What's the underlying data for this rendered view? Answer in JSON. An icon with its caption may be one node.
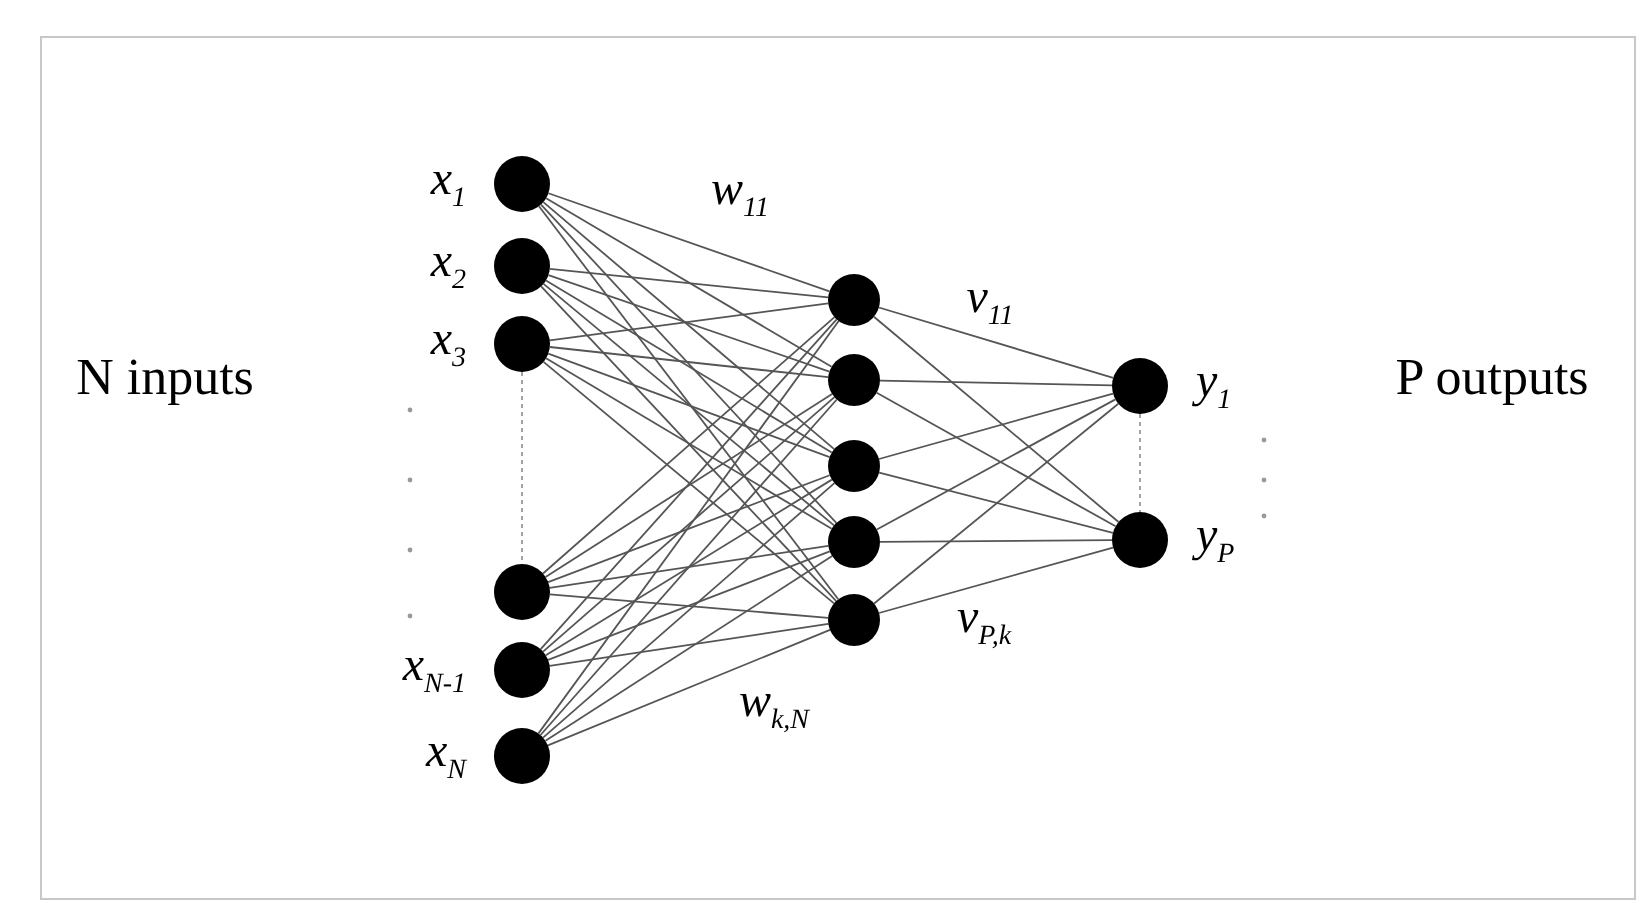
{
  "diagram": {
    "nodes": [
      {
        "text": [],
        "shape": "circle",
        "beside": [
          "x$_{1}$"
        ]
      },
      {
        "text": [],
        "shape": "circle",
        "beside": [
          "x$_{2}$"
        ]
      },
      {
        "text": [],
        "shape": "circle",
        "beside": [
          "x$_{3}$"
        ]
      },
      {
        "text": [],
        "shape": "circle"
      },
      {
        "text": [],
        "shape": "circle",
        "beside": [
          "x$_{N-1}$"
        ]
      },
      {
        "text": [],
        "shape": "circle",
        "beside": [
          "x$_{N}$"
        ]
      },
      {
        "text": [],
        "shape": "circle"
      },
      {
        "text": [],
        "shape": "circle"
      },
      {
        "text": [],
        "shape": "circle"
      },
      {
        "text": [],
        "shape": "circle"
      },
      {
        "text": [],
        "shape": "circle"
      },
      {
        "text": [],
        "shape": "circle",
        "beside": [
          "y$_{1}$"
        ]
      },
      {
        "text": [],
        "shape": "circle",
        "beside": [
          "y$_{P}$"
        ]
      }
    ],
    "edges": [
      {
        "from": 0,
        "to": 6,
        "arrow": "none"
      },
      {
        "from": 0,
        "to": 7,
        "arrow": "none"
      },
      {
        "from": 0,
        "to": 8,
        "arrow": "none"
      },
      {
        "from": 0,
        "to": 9,
        "arrow": "none"
      },
      {
        "from": 0,
        "to": 10,
        "arrow": "none"
      },
      {
        "from": 1,
        "to": 6,
        "arrow": "none"
      },
      {
        "from": 1,
        "to": 7,
        "arrow": "none"
      },
      {
        "from": 1,
        "to": 8,
        "arrow": "none"
      },
      {
        "from": 1,
        "to": 9,
        "arrow": "none"
      },
      {
        "from": 1,
        "to": 10,
        "arrow": "none"
      },
      {
        "from": 2,
        "to": 6,
        "arrow": "none"
      },
      {
        "from": 2,
        "to": 7,
        "arrow": "none"
      },
      {
        "from": 2,
        "to": 8,
        "arrow": "none"
      },
      {
        "from": 2,
        "to": 9,
        "arrow": "none"
      },
      {
        "from": 2,
        "to": 10,
        "arrow": "none"
      },
      {
        "from": 3,
        "to": 6,
        "arrow": "none"
      },
      {
        "from": 3,
        "to": 7,
        "arrow": "none"
      },
      {
        "from": 3,
        "to": 8,
        "arrow": "none"
      },
      {
        "from": 3,
        "to": 9,
        "arrow": "none"
      },
      {
        "from": 3,
        "to": 10,
        "arrow": "none"
      },
      {
        "from": 4,
        "to": 6,
        "arrow": "none"
      },
      {
        "from": 4,
        "to": 7,
        "arrow": "none"
      },
      {
        "from": 4,
        "to": 8,
        "arrow": "none"
      },
      {
        "from": 4,
        "to": 9,
        "arrow": "none"
      },
      {
        "from": 4,
        "to": 10,
        "arrow": "none"
      },
      {
        "from": 5,
        "to": 6,
        "arrow": "none"
      },
      {
        "from": 5,
        "to": 7,
        "arrow": "none"
      },
      {
        "from": 5,
        "to": 8,
        "arrow": "none"
      },
      {
        "from": 5,
        "to": 9,
        "arrow": "none"
      },
      {
        "from": 5,
        "to": 10,
        "arrow": "none"
      },
      {
        "from": 6,
        "to": 11,
        "arrow": "none"
      },
      {
        "from": 6,
        "to": 12,
        "arrow": "none"
      },
      {
        "from": 7,
        "to": 11,
        "arrow": "none"
      },
      {
        "from": 7,
        "to": 12,
        "arrow": "none"
      },
      {
        "from": 8,
        "to": 11,
        "arrow": "none"
      },
      {
        "from": 8,
        "to": 12,
        "arrow": "none"
      },
      {
        "from": 9,
        "to": 11,
        "arrow": "none"
      },
      {
        "from": 9,
        "to": 12,
        "arrow": "none"
      },
      {
        "from": 10,
        "to": 11,
        "arrow": "none"
      },
      {
        "from": 10,
        "to": 12,
        "arrow": "none"
      },
      {
        "from": 2,
        "to": 3,
        "arrow": "none",
        "style": "dashed",
        "color": "#999999"
      },
      {
        "from": 11,
        "to": 12,
        "arrow": "none",
        "style": "dashed",
        "color": "#999999"
      }
    ],
    "labels": [
      "N inputs",
      "w$_{11}$",
      "v$_{11}$",
      "P outputs",
      "v$_{P,k}$",
      "w$_{k,N}$"
    ]
  }
}
